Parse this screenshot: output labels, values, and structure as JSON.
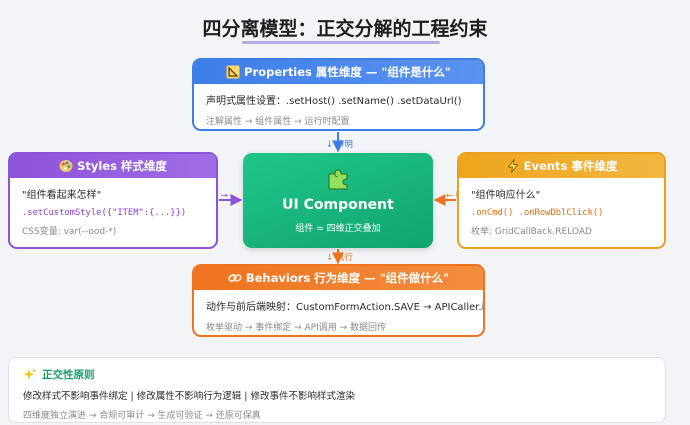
{
  "title": "四分离模型：正交分解的工程约束",
  "properties": {
    "header": "Properties 属性维度 — \"组件是什么\"",
    "line1": "声明式属性设置：.setHost() .setName() .setDataUrl()",
    "line2": "注解属性 → 组件属性 → 运行时配置"
  },
  "styles": {
    "header": "Styles 样式维度",
    "line1": "\"组件看起来怎样\"",
    "line2": ".setCustomStyle({\"ITEM\":{...}})",
    "line3": "CSS变量: var(--ood-*)"
  },
  "events": {
    "header": "Events 事件维度",
    "line1": "\"组件响应什么\"",
    "line2": ".onCmd() .onRowDblClick()",
    "line3": "枚举: GridCallBack.RELOAD"
  },
  "behaviors": {
    "header": "Behaviors 行为维度 — \"组件做什么\"",
    "line1": "动作与前后端映射：CustomFormAction.SAVE → APICaller.invoke()",
    "line2": "枚举驱动 → 事件绑定 → API调用 → 数据回传"
  },
  "component": {
    "name": "UI Component",
    "sub": "组件 = 四维正交叠加"
  },
  "arrows": {
    "declare": "↓ 声明",
    "render": "渲染 →",
    "respond": "← 响应",
    "execute": "↓ 执行"
  },
  "principle": {
    "title": "正交性原则",
    "line1": "修改样式不影响事件绑定 | 修改属性不影响行为逻辑 | 修改事件不影响样式渲染",
    "line2": "四维度独立演进 → 合规可审计 → 生成可验证 → 还原可保真"
  },
  "colors": {
    "properties": "#3d7ee8",
    "styles": "#8b54d9",
    "events": "#eea51d",
    "behaviors": "#ee7420",
    "component": "#11a56e"
  },
  "icons": {
    "properties": "ruler-triangle-icon",
    "styles": "palette-icon",
    "events": "lightning-icon",
    "behaviors": "link-icon",
    "component": "puzzle-icon",
    "principle": "sparkle-icon"
  }
}
